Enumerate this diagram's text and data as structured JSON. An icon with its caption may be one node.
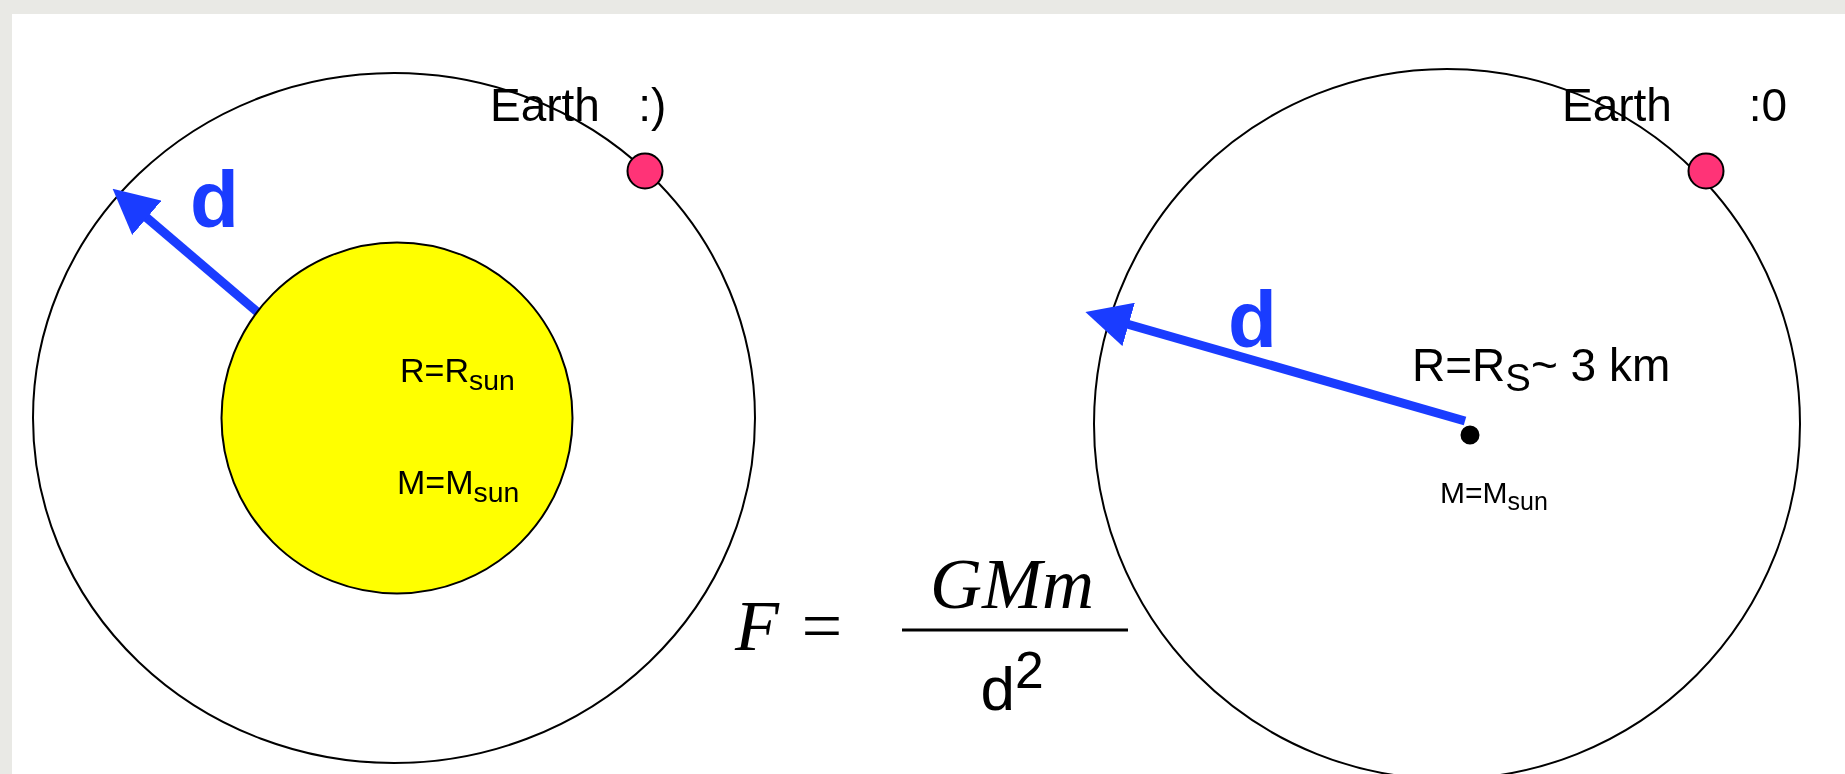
{
  "diagram": {
    "nodes": [
      {
        "text": [
          "R=R$_{sun}$",
          "M=M$_{sun}$"
        ]
      },
      {
        "text": [],
        "shape": "circle",
        "beside": [
          "Earth   :)"
        ]
      },
      {
        "text": [],
        "shape": "circle",
        "beside": [
          "R=R$_{S}$~ 3 km",
          "M=M$_{sun}$"
        ]
      },
      {
        "text": [],
        "shape": "circle",
        "beside": [
          "Earth      :0"
        ]
      }
    ],
    "edges": [],
    "labels": [
      "d",
      "d",
      "F =",
      "GMm",
      "d$^{2}$"
    ]
  }
}
